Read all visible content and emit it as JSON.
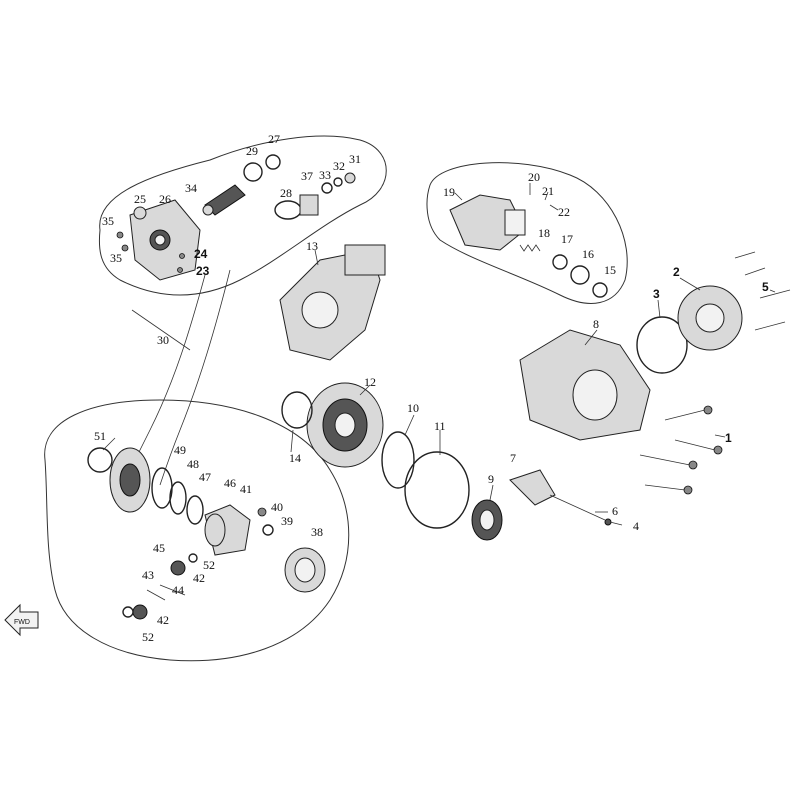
{
  "labels": {
    "l1": "1",
    "l2": "2",
    "l3": "3",
    "l4": "4",
    "l5": "5",
    "l6": "6",
    "l7": "7",
    "l9": "9",
    "l10": "10",
    "l11": "11",
    "l12": "12",
    "l13": "13",
    "l14": "14",
    "l15": "15",
    "l16": "16",
    "l17": "17",
    "l18": "18",
    "l19": "19",
    "l20": "20",
    "l21": "21",
    "l22": "22",
    "l23": "23",
    "l24": "24",
    "l25": "25",
    "l26": "26",
    "l27": "27",
    "l28": "28",
    "l29": "29",
    "l30": "30",
    "l31": "31",
    "l32": "32",
    "l33": "33",
    "l34": "34",
    "l35a": "35",
    "l35b": "35",
    "l37": "37",
    "l38": "38",
    "l39": "39",
    "l40": "40",
    "l41": "41",
    "l42a": "42",
    "l42b": "42",
    "l43": "43",
    "l44": "44",
    "l45": "45",
    "l46": "46",
    "l47": "47",
    "l48": "48",
    "l49": "49",
    "l51": "51",
    "l52a": "52",
    "l52b": "52",
    "l8": "8"
  },
  "direction_arrow_label": "FWD"
}
